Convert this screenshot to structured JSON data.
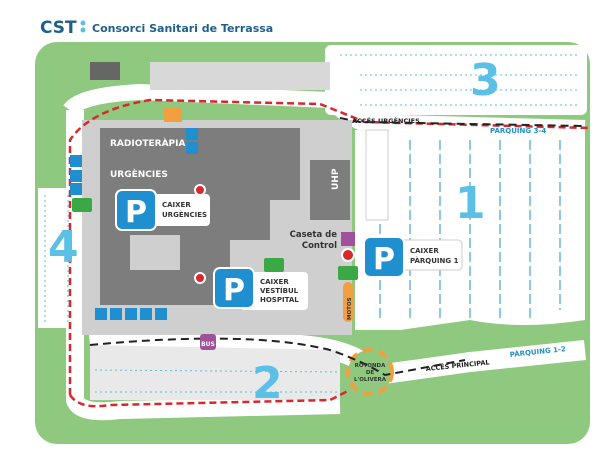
{
  "header": {
    "logo": "CST",
    "title": "Consorci Sanitari de Terrassa"
  },
  "zones": {
    "z1": "1",
    "z2": "2",
    "z3": "3",
    "z4": "4"
  },
  "buildings": {
    "radioterapia": "RADIOTERÀPIA",
    "urgencies": "URGÈNCIES",
    "uhp": "UHP",
    "caseta1": "Caseta de",
    "caseta2": "Control",
    "motos": "MOTOS",
    "rotonda1": "ROTONDA",
    "rotonda2": "DE",
    "rotonda3": "L'OLIVERA",
    "bus": "BUS"
  },
  "roads": {
    "acces_urgencies": "ACCÉS URGÈNCIES",
    "parquing_34": "PÀRQUING 3-4",
    "acces_principal": "ACCÉS PRINCIPAL",
    "parquing_12": "PÀRQUING 1-2"
  },
  "parking_pay": [
    {
      "sign": "P",
      "line1": "CAIXER",
      "line2": "URGÈNCIES"
    },
    {
      "sign": "P",
      "line1": "CAIXER",
      "line2": "VESTÍBUL",
      "line3": "HOSPITAL"
    },
    {
      "sign": "P",
      "line1": "CAIXER",
      "line2": "PÀRQUING 1"
    }
  ],
  "colors": {
    "green": "#8fc980",
    "road": "#ffffff",
    "building": "#7d7d7d",
    "parking_blue": "#1f8fd0",
    "zone_blue": "#5bbfe6",
    "route_red": "#d9272e",
    "motos": "#f0a040",
    "caseta": "#a0519a"
  }
}
